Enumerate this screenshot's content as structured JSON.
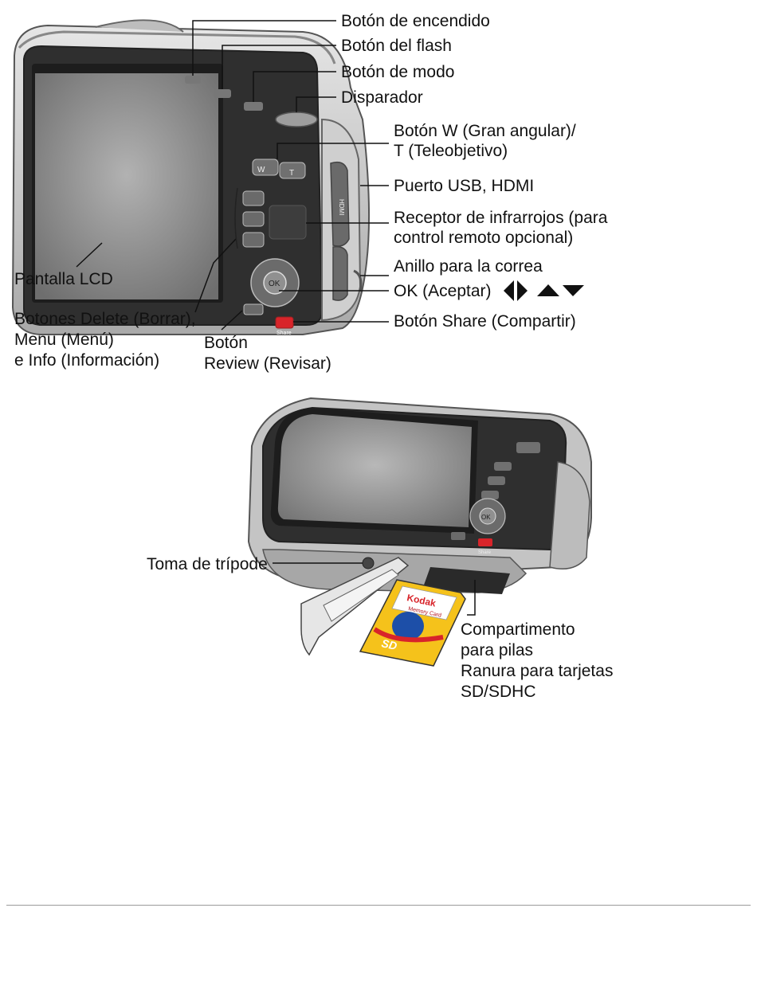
{
  "figure1": {
    "labels": {
      "power": "Botón de encendido",
      "flash": "Botón del flash",
      "mode": "Botón de modo",
      "shutter": "Disparador",
      "zoom_line1": "Botón W (Gran angular)/",
      "zoom_line2": "T (Teleobjetivo)",
      "usb": "Puerto USB, HDMI",
      "ir_line1": "Receptor de infrarrojos (para",
      "ir_line2": "control remoto opcional)",
      "strap": "Anillo para la correa",
      "ok": "OK (Aceptar)",
      "share": "Botón Share (Compartir)",
      "lcd": "Pantalla LCD",
      "buttons_line1": "Botones Delete (Borrar),",
      "buttons_line2": "Menu (Menú)",
      "buttons_line3": "e Info (Información)",
      "review_line1": "Botón",
      "review_line2": "Review (Revisar)"
    },
    "camera": {
      "zoom_w": "W",
      "zoom_t": "T",
      "ok_button": "OK",
      "hdmi_mark": "HDMI",
      "share_mark": "Share"
    }
  },
  "figure2": {
    "labels": {
      "tripod": "Toma de trípode",
      "compartment_line1": "Compartimento",
      "compartment_line2": "para pilas",
      "slot_line1": "Ranura para tarjetas",
      "slot_line2": "SD/SDHC"
    },
    "card": {
      "brand": "Kodak",
      "subtitle": "Memory Card",
      "logo": "SD"
    },
    "camera": {
      "ok_button": "OK",
      "share_mark": "Share"
    }
  },
  "colors": {
    "body_silver": "#c9c9c9",
    "panel_dark": "#3a3a3a",
    "screen": "#8e8e8e",
    "share_red": "#d8242a",
    "card_yellow": "#f5c21b",
    "card_blue": "#1d4fa8"
  }
}
